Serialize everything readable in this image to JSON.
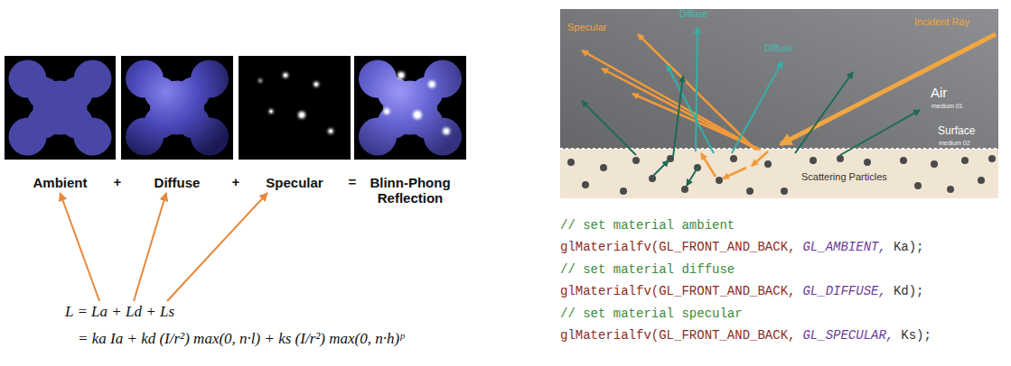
{
  "diagram": {
    "nodes": [
      {
        "text": [
          "Ambient"
        ]
      },
      {
        "text": [
          "Diffuse"
        ]
      },
      {
        "text": [
          "Specular"
        ]
      },
      {
        "text": [
          "Blinn-Phong Reflection"
        ]
      },
      {
        "text": [
          "L = La + Ld + Ls",
          "= ka Ia + kd (I/r²) max(0, n·l) + ks (I/r²) max(0, n·h)ᵖ"
        ]
      }
    ],
    "edges": [
      {
        "from": 4,
        "to": 0,
        "arrow": "to"
      },
      {
        "from": 4,
        "to": 1,
        "arrow": "to"
      },
      {
        "from": 4,
        "to": 2,
        "arrow": "to"
      }
    ],
    "labels": [
      "+",
      "+",
      "=",
      "Specular",
      "Diffuse",
      "Diffuse",
      "Incident Ray",
      "Air",
      "medium 01",
      "Surface",
      "medium 02",
      "Scattering Particles",
      "// set material ambient",
      "glMaterialfv(GL_FRONT_AND_BACK,",
      "GL_AMBIENT,",
      "Ka);",
      "// set material diffuse",
      "glMaterialfv(GL_FRONT_AND_BACK,",
      "GL_DIFFUSE,",
      "Kd);",
      "// set material specular",
      "glMaterialfv(GL_FRONT_AND_BACK,",
      "GL_SPECULAR,",
      "Ks);"
    ]
  }
}
